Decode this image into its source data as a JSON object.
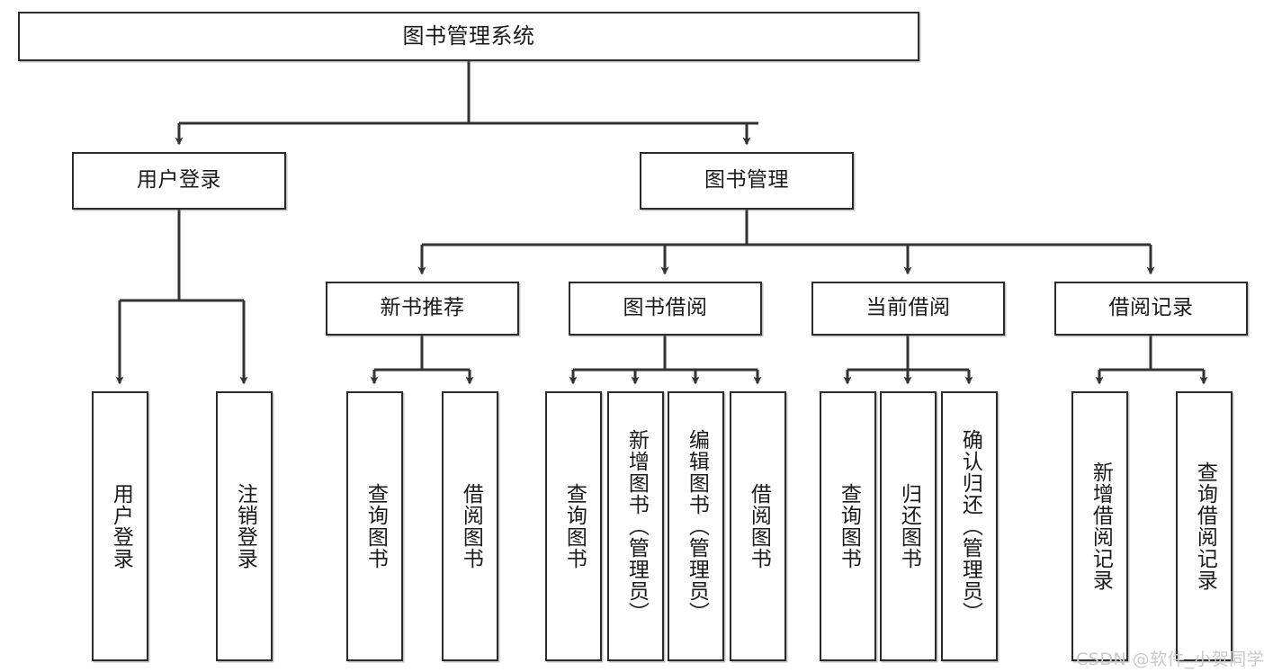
{
  "diagram": {
    "title": "图书管理系统",
    "type": "tree",
    "watermark": "CSDN @软件_小贺同学",
    "colors": {
      "border": "#2b2b2b",
      "background": "#ffffff",
      "text": "#1a1a1a",
      "connector": "#333333",
      "watermark": "#c9c9c9"
    },
    "nodes": {
      "root": {
        "label": "图书管理系统"
      },
      "level2": [
        {
          "id": "user-login",
          "label": "用户登录"
        },
        {
          "id": "book-management",
          "label": "图书管理"
        }
      ],
      "level3": [
        {
          "id": "new-book-recommend",
          "label": "新书推荐"
        },
        {
          "id": "book-borrow",
          "label": "图书借阅"
        },
        {
          "id": "current-borrow",
          "label": "当前借阅"
        },
        {
          "id": "borrow-record",
          "label": "借阅记录"
        }
      ],
      "leaves": {
        "user_login": [
          {
            "id": "leaf-user-login",
            "label": "用户登录"
          },
          {
            "id": "leaf-logout-login",
            "label": "注销登录"
          }
        ],
        "new_book_recommend": [
          {
            "id": "leaf-query-book-1",
            "label": "查询图书"
          },
          {
            "id": "leaf-borrow-book-1",
            "label": "借阅图书"
          }
        ],
        "book_borrow": [
          {
            "id": "leaf-query-book-2",
            "label": "查询图书"
          },
          {
            "id": "leaf-add-book",
            "label": "新增图书（管理员）"
          },
          {
            "id": "leaf-edit-book",
            "label": "编辑图书（管理员）"
          },
          {
            "id": "leaf-borrow-book-2",
            "label": "借阅图书"
          }
        ],
        "current_borrow": [
          {
            "id": "leaf-query-book-3",
            "label": "查询图书"
          },
          {
            "id": "leaf-return-book",
            "label": "归还图书"
          },
          {
            "id": "leaf-confirm-return",
            "label": "确认归还（管理员）"
          }
        ],
        "borrow_record": [
          {
            "id": "leaf-add-record",
            "label": "新增借阅记录"
          },
          {
            "id": "leaf-query-record",
            "label": "查询借阅记录"
          }
        ]
      }
    }
  }
}
